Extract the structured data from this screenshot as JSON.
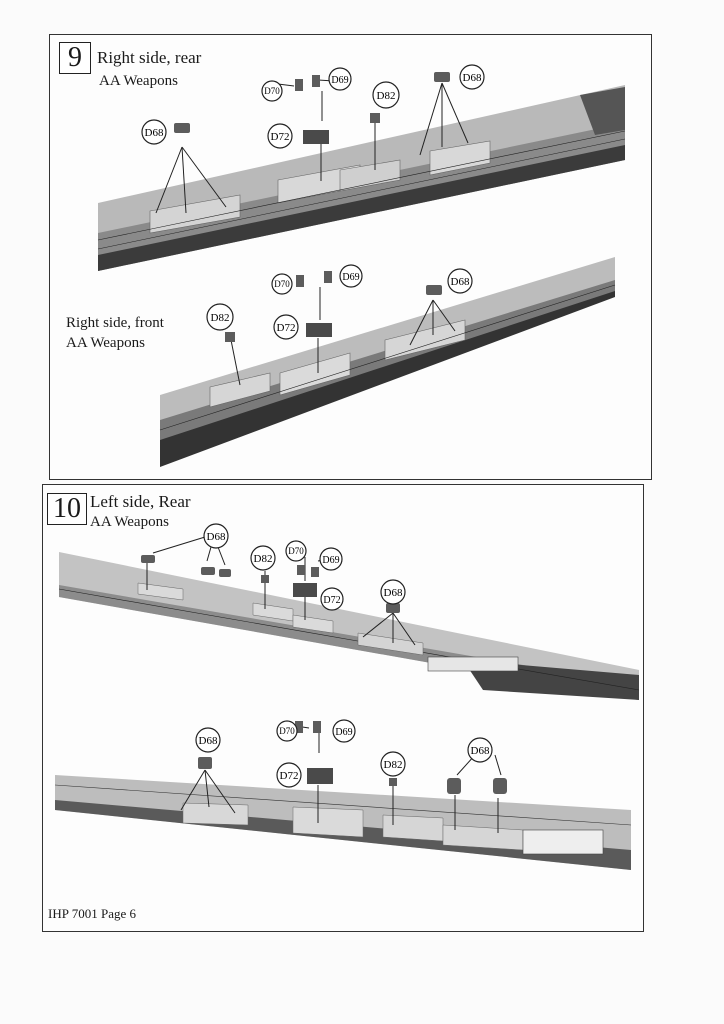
{
  "step9": {
    "number": "9",
    "title": "Right side, rear",
    "subtitle": "AA Weapons",
    "view2_title": "Right side, front",
    "view2_subtitle": "AA Weapons"
  },
  "step10": {
    "number": "10",
    "title": "Left side, Rear",
    "subtitle": "AA Weapons"
  },
  "parts": {
    "d68": "D68",
    "d69": "D69",
    "d70": "D70",
    "d72": "D72",
    "d82": "D82"
  },
  "footer": "IHP 7001 Page 6"
}
